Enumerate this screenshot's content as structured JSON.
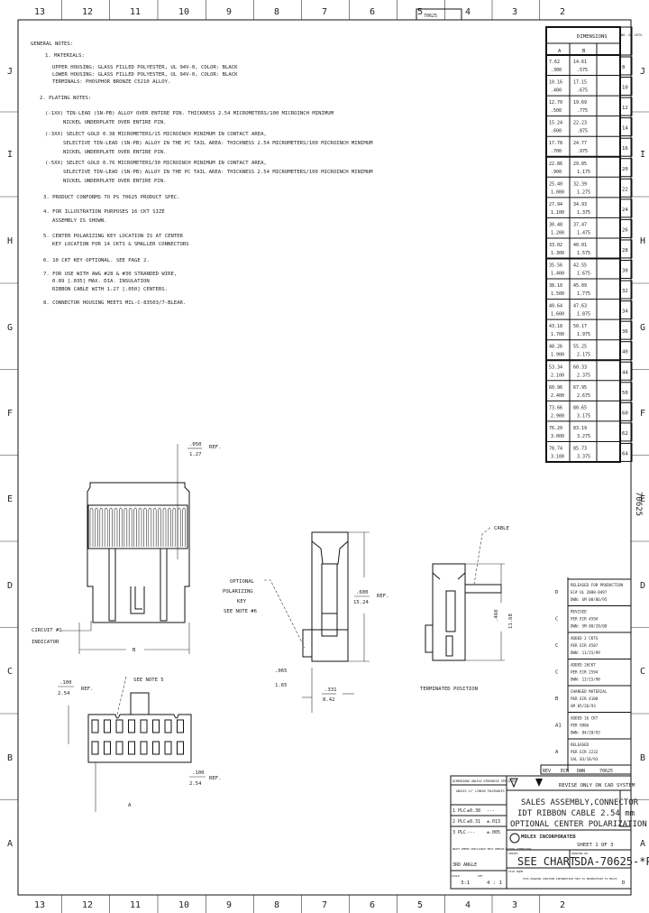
{
  "border": {
    "columns": [
      "13",
      "12",
      "11",
      "10",
      "9",
      "8",
      "7",
      "6",
      "5",
      "4",
      "3",
      "2"
    ],
    "rows": [
      "J",
      "I",
      "H",
      "G",
      "F",
      "E",
      "D",
      "C",
      "B",
      "A"
    ],
    "drawing_number_tab": "70625",
    "side_label": "70625"
  },
  "notes": {
    "title": "GENERAL NOTES:",
    "lines": [
      "1. MATERIALS:",
      "UPPER HOUSING: GLASS FILLED POLYESTER, UL 94V-0, COLOR: BLACK",
      "LOWER HOUSING: GLASS FILLED POLYESTER, UL 94V-0, COLOR: BLACK",
      "TERMINALS: PHOSPHOR BRONZE C5210 ALLOY.",
      "2. PLATING NOTES:",
      "(-1XX) TIN-LEAD (SN-PB) ALLOY OVER ENTIRE PIN. THICKNESS 2.54 MICROMETERS/100 MICROINCH MINIMUM",
      "NICKEL UNDERPLATE OVER ENTIRE PIN.",
      "(-3XX) SELECT GOLD 0.38 MICROMETERS/15 MICROINCH MINIMUM IN CONTACT AREA,",
      "SELECTIVE TIN-LEAD (SN-PB) ALLOY IN THE PC TAIL AREA: THICKNESS 2.54 MICROMETERS/100 MICROINCH MINIMUM",
      "NICKEL UNDERPLATE OVER ENTIRE PIN.",
      "(-5XX) SELECT GOLD 0.76 MICROMETERS/30 MICROINCH MINIMUM IN CONTACT AREA,",
      "SELECTIVE TIN-LEAD (SN-PB) ALLOY IN THE PC TAIL AREA: THICKNESS 2.54 MICROMETERS/100 MICROINCH MINIMUM",
      "NICKEL UNDERPLATE OVER ENTIRE PIN.",
      "3. PRODUCT CONFORMS TO PS 70625 PRODUCT SPEC.",
      "4. FOR ILLUSTRATION PURPOSES 16 CKT SIZE",
      "ASSEMBLY IS SHOWN.",
      "5. CENTER POLARIZING KEY LOCATION IS AT CENTER",
      "KEY LOCATION FOR 14 CKTS & SMALLER CONNECTORS",
      "6. 10 CKT KEY OPTIONAL. SEE PAGE 2.",
      "7. FOR USE WITH AWG #28 & #30 STRANDED WIRE,",
      "0.89 [.035] MAX. DIA. INSULATION",
      "RIBBON CABLE WITH 1.27 [.050] CENTERS.",
      "8. CONNECTOR HOUSING MEETS MIL-C-83503/7-BLEAR."
    ]
  },
  "dimensions_table": {
    "title": "DIMENSIONS",
    "circuits_header": "NO. OF CKTS.",
    "col_a": "A",
    "col_b": "B",
    "rows": [
      {
        "ckts": "8",
        "a_mm": "7.62",
        "a_in": ".300",
        "b_mm": "14.61",
        "b_in": ".575"
      },
      {
        "ckts": "10",
        "a_mm": "10.16",
        "a_in": ".400",
        "b_mm": "17.15",
        "b_in": ".675"
      },
      {
        "ckts": "12",
        "a_mm": "12.70",
        "a_in": ".500",
        "b_mm": "19.69",
        "b_in": ".775"
      },
      {
        "ckts": "14",
        "a_mm": "15.24",
        "a_in": ".600",
        "b_mm": "22.23",
        "b_in": ".875"
      },
      {
        "ckts": "16",
        "a_mm": "17.78",
        "a_in": ".700",
        "b_mm": "24.77",
        "b_in": ".975"
      },
      {
        "ckts": "20",
        "a_mm": "22.86",
        "a_in": ".900",
        "b_mm": "29.85",
        "b_in": "1.175"
      },
      {
        "ckts": "22",
        "a_mm": "25.40",
        "a_in": "1.000",
        "b_mm": "32.39",
        "b_in": "1.275"
      },
      {
        "ckts": "24",
        "a_mm": "27.94",
        "a_in": "1.100",
        "b_mm": "34.93",
        "b_in": "1.375"
      },
      {
        "ckts": "26",
        "a_mm": "30.48",
        "a_in": "1.200",
        "b_mm": "37.47",
        "b_in": "1.475"
      },
      {
        "ckts": "28",
        "a_mm": "33.02",
        "a_in": "1.300",
        "b_mm": "40.01",
        "b_in": "1.575"
      },
      {
        "ckts": "30",
        "a_mm": "35.56",
        "a_in": "1.400",
        "b_mm": "42.55",
        "b_in": "1.675"
      },
      {
        "ckts": "32",
        "a_mm": "38.10",
        "a_in": "1.500",
        "b_mm": "45.09",
        "b_in": "1.775"
      },
      {
        "ckts": "34",
        "a_mm": "40.64",
        "a_in": "1.600",
        "b_mm": "47.63",
        "b_in": "1.875"
      },
      {
        "ckts": "36",
        "a_mm": "43.18",
        "a_in": "1.700",
        "b_mm": "50.17",
        "b_in": "1.975"
      },
      {
        "ckts": "40",
        "a_mm": "48.26",
        "a_in": "1.900",
        "b_mm": "55.25",
        "b_in": "2.175"
      },
      {
        "ckts": "44",
        "a_mm": "53.34",
        "a_in": "2.100",
        "b_mm": "60.33",
        "b_in": "2.375"
      },
      {
        "ckts": "50",
        "a_mm": "60.96",
        "a_in": "2.400",
        "b_mm": "67.95",
        "b_in": "2.675"
      },
      {
        "ckts": "60",
        "a_mm": "73.66",
        "a_in": "2.900",
        "b_mm": "80.65",
        "b_in": "3.175"
      },
      {
        "ckts": "62",
        "a_mm": "76.20",
        "a_in": "3.000",
        "b_mm": "83.19",
        "b_in": "3.275"
      },
      {
        "ckts": "64",
        "a_mm": "78.74",
        "a_in": "3.100",
        "b_mm": "85.73",
        "b_in": "3.375"
      }
    ]
  },
  "views": {
    "front": {
      "top_dim_in": ".050",
      "top_dim_mm": "1.27",
      "ref": "REF.",
      "circuit_label_1": "CIRCUIT #1",
      "circuit_label_2": "INDICATOR",
      "width_dim": "B"
    },
    "side": {
      "polar_1": "OPTIONAL",
      "polar_2": "POLARIZING",
      "polar_3": "KEY",
      "polar_4": "SEE NOTE #6",
      "height_in": ".600",
      "height_mm": "15.24",
      "ref": "REF.",
      "left_in": ".065",
      "left_mm": "1.65",
      "bottom_in": ".331",
      "bottom_mm": "8.42"
    },
    "terminated": {
      "cable": "CABLE",
      "height_in": ".460",
      "height_mm": "11.68",
      "caption": "TERMINATED POSITION"
    },
    "bottom": {
      "note": "SEE NOTE 5",
      "pitch_in": ".100",
      "pitch_mm": "2.54",
      "ref": "REF.",
      "pitch2_in": ".100",
      "pitch2_mm": "2.54",
      "width_dim": "A"
    }
  },
  "revisions": [
    {
      "rev": "D",
      "text": [
        "RELEASED FOR PRODUCTION",
        "EC# UL 2000-0497",
        "DWN: GM  08/06/95"
      ]
    },
    {
      "rev": "C",
      "text": [
        "REVISED",
        "PER ECR 4594",
        "DWN: SM  08/28/00"
      ]
    },
    {
      "rev": "C",
      "text": [
        "ADDED 2 CKTS",
        "PER ECR 4587",
        "DWN: 11/15/99"
      ]
    },
    {
      "rev": "C",
      "text": [
        "ADDED 26CKT",
        "PER ECR 2594",
        "DWN: 12/15/98"
      ]
    },
    {
      "rev": "B",
      "text": [
        "CHANGED MATERIAL",
        "PER ECR 4108",
        "GM  05/26/93"
      ]
    },
    {
      "rev": "A1",
      "text": [
        "ADDED 16 CKT",
        "PER 9906",
        "DWN: 04/28/93"
      ]
    },
    {
      "rev": "A",
      "text": [
        "RELEASED",
        "PER ECR 2232",
        "SAL  03/18/93"
      ]
    }
  ],
  "revision_footer": [
    "REV",
    "ECN",
    "DWN",
    "70625"
  ],
  "title_block": {
    "tolerance_header": "DIMENSIONS UNLESS OTHERWISE SPECIFIED",
    "tolerance_sub": "ANGLES ±1°  LINEAR TOLERANCES",
    "tol_rows": [
      {
        "label": "1 PLC",
        "mm": "±0.38",
        "in": "---"
      },
      {
        "label": "2 PLC",
        "mm": "±0.31",
        "in": "±.013"
      },
      {
        "label": "3 PLC",
        "mm": "---",
        "in": "±.005"
      }
    ],
    "draft_note": "DRAFT WHERE APPLICABLE MUST REMAIN WITHIN DIMENSIONS",
    "projection": "3RD ANGLE",
    "scale_label": "SCALE",
    "scale": "3:1",
    "sheet_label": "SHT",
    "sheet_value": "4 : 1",
    "revise_note": "REVISE ONLY ON CAD SYSTEM",
    "title_lines": [
      "SALES ASSEMBLY,CONNECTOR",
      "IDT RIBBON CABLE 2.54 mm",
      "OPTIONAL CENTER POLARIZATION"
    ],
    "company": "MOLEX INCORPORATED",
    "sheet": "SHEET 1 OF 3",
    "doc_type_label": "SERIES",
    "doc_type": "SEE CHART",
    "drawing_no_label": "DRAWING NO.",
    "drawing_no": "SDA-70625-*P",
    "file_label": "FILE NAME",
    "file_note": "THIS DRAWING CONTAINS INFORMATION THAT IS PROPRIETARY TO MOLEX",
    "rev": "D"
  }
}
